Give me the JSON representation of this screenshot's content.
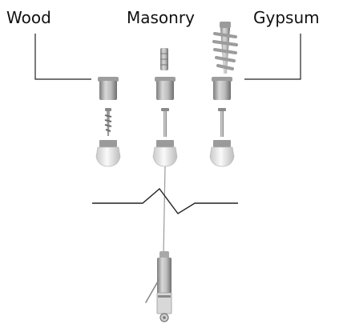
{
  "labels": {
    "wood": "Wood",
    "masonry": "Masonry",
    "gypsum": "Gypsum"
  },
  "colors": {
    "line": "#222222",
    "metal": "#b9b9b9",
    "metal_dark": "#8c8c8c",
    "cap": "#ececec",
    "text": "#111111"
  }
}
